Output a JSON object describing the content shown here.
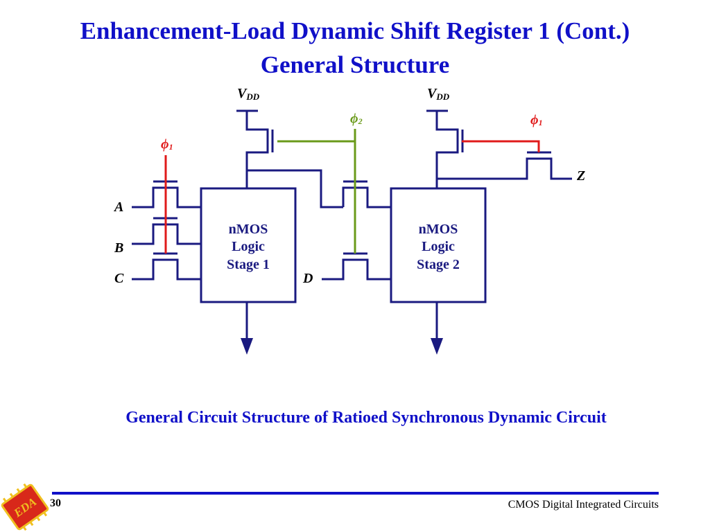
{
  "slide": {
    "title_line1": "Enhancement-Load Dynamic Shift Register 1 (Cont.)",
    "title_line2": "General Structure",
    "caption": "General Circuit Structure of Ratioed Synchronous Dynamic Circuit",
    "page_number": "30",
    "course_title": "CMOS Digital Integrated Circuits",
    "logo_text": "EDA"
  },
  "diagram": {
    "vdd_label": "V",
    "vdd_subscript": "DD",
    "phi_symbol": "ϕ",
    "phi1_subscript": "1",
    "phi2_subscript": "2",
    "inputs": {
      "a": "A",
      "b": "B",
      "c": "C",
      "d": "D"
    },
    "output": "Z",
    "stage1": {
      "line1": "nMOS",
      "line2": "Logic",
      "line3": "Stage 1"
    },
    "stage2": {
      "line1": "nMOS",
      "line2": "Logic",
      "line3": "Stage 2"
    },
    "colors": {
      "wire": "#1a1a80",
      "phi1": "#e01a1a",
      "phi2": "#6a9a1a",
      "title": "#1010c8"
    }
  }
}
